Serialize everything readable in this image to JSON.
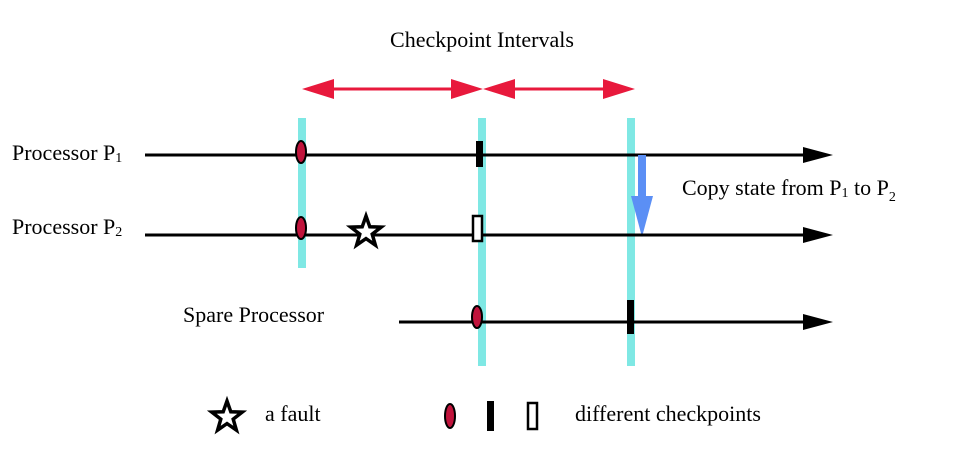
{
  "title": "Checkpoint Intervals",
  "processors": {
    "p1": {
      "name": "Processor P",
      "sub": "1"
    },
    "p2": {
      "name": "Processor P",
      "sub": "2"
    },
    "spare": {
      "name": "Spare Processor"
    }
  },
  "copy_note": {
    "prefix": "Copy state from P",
    "sub1": "1",
    "middle": " to P",
    "sub2": "2"
  },
  "legend": {
    "fault_label": "a fault",
    "checkpoints_label": "different checkpoints"
  },
  "colors": {
    "interval_arrow": "#e8193c",
    "checkpoint_line": "#7fe8e4",
    "copy_arrow": "#5b8ff5",
    "checkpoint_oval": "#c0143c",
    "timeline": "#000000"
  }
}
